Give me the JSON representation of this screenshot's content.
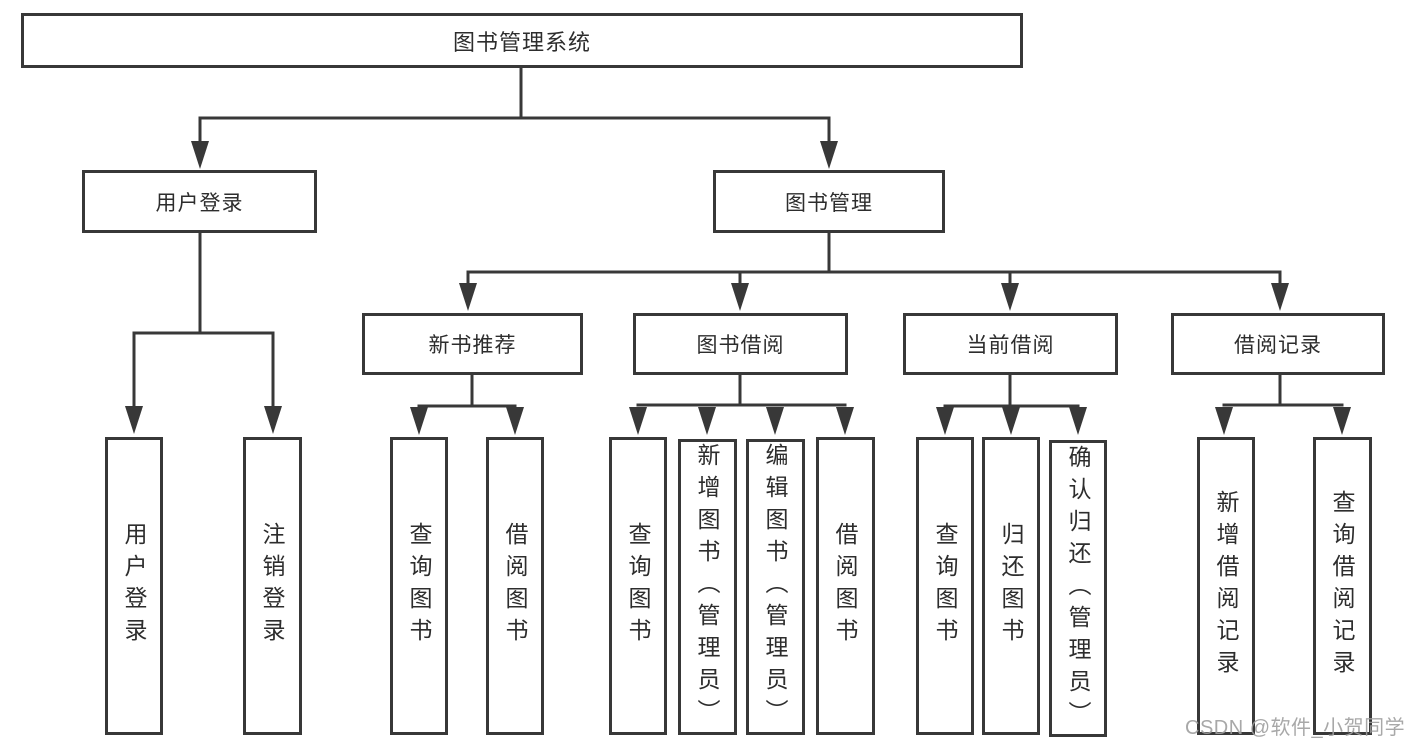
{
  "diagram": {
    "title": "图书管理系统",
    "tree": {
      "root": {
        "label": "图书管理系统",
        "children": [
          {
            "label": "用户登录",
            "children": [
              {
                "label": "用户登录"
              },
              {
                "label": "注销登录"
              }
            ]
          },
          {
            "label": "图书管理",
            "children": [
              {
                "label": "新书推荐",
                "children": [
                  {
                    "label": "查询图书"
                  },
                  {
                    "label": "借阅图书"
                  }
                ]
              },
              {
                "label": "图书借阅",
                "children": [
                  {
                    "label": "查询图书"
                  },
                  {
                    "label": "新增图书（管理员）"
                  },
                  {
                    "label": "编辑图书（管理员）"
                  },
                  {
                    "label": "借阅图书"
                  }
                ]
              },
              {
                "label": "当前借阅",
                "children": [
                  {
                    "label": "查询图书"
                  },
                  {
                    "label": "归还图书"
                  },
                  {
                    "label": "确认归还（管理员）"
                  }
                ]
              },
              {
                "label": "借阅记录",
                "children": [
                  {
                    "label": "新增借阅记录"
                  },
                  {
                    "label": "查询借阅记录"
                  }
                ]
              }
            ]
          }
        ]
      }
    },
    "colors": {
      "line": "#383838",
      "text": "#2d2d2d",
      "background": "#ffffff",
      "watermark_color": "#9f9f9f"
    }
  },
  "watermark": {
    "text": "CSDN @软件_小贺同学"
  }
}
